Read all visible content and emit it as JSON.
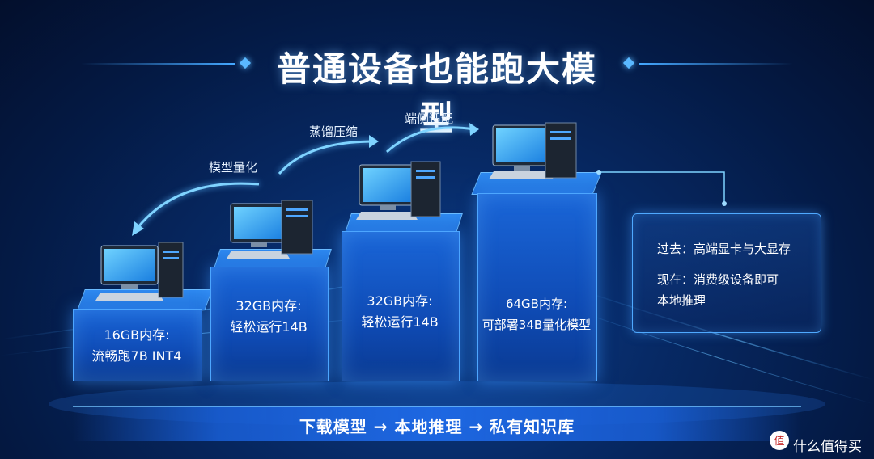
{
  "title": "普通设备也能跑大模型",
  "steps": [
    {
      "label": "模型量化"
    },
    {
      "label": "蒸馏压缩"
    },
    {
      "label": "端侧适配"
    }
  ],
  "blocks": [
    {
      "line1": "16GB内存:",
      "line2": "流畅跑7B INT4"
    },
    {
      "line1": "32GB内存:",
      "line2": "轻松运行14B"
    },
    {
      "line1": "32GB内存:",
      "line2": "轻松运行14B"
    },
    {
      "line1": "64GB内存:",
      "line2": "可部署34B量化模型"
    }
  ],
  "info": {
    "line1": "过去：高端显卡与大显存",
    "line2": "现在：消费级设备即可",
    "line3": "本地推理"
  },
  "flow": "下载模型 → 本地推理 → 私有知识库",
  "watermark": "什么值得买",
  "colors": {
    "accent": "#45a8ff",
    "block": "#1a66d8"
  }
}
